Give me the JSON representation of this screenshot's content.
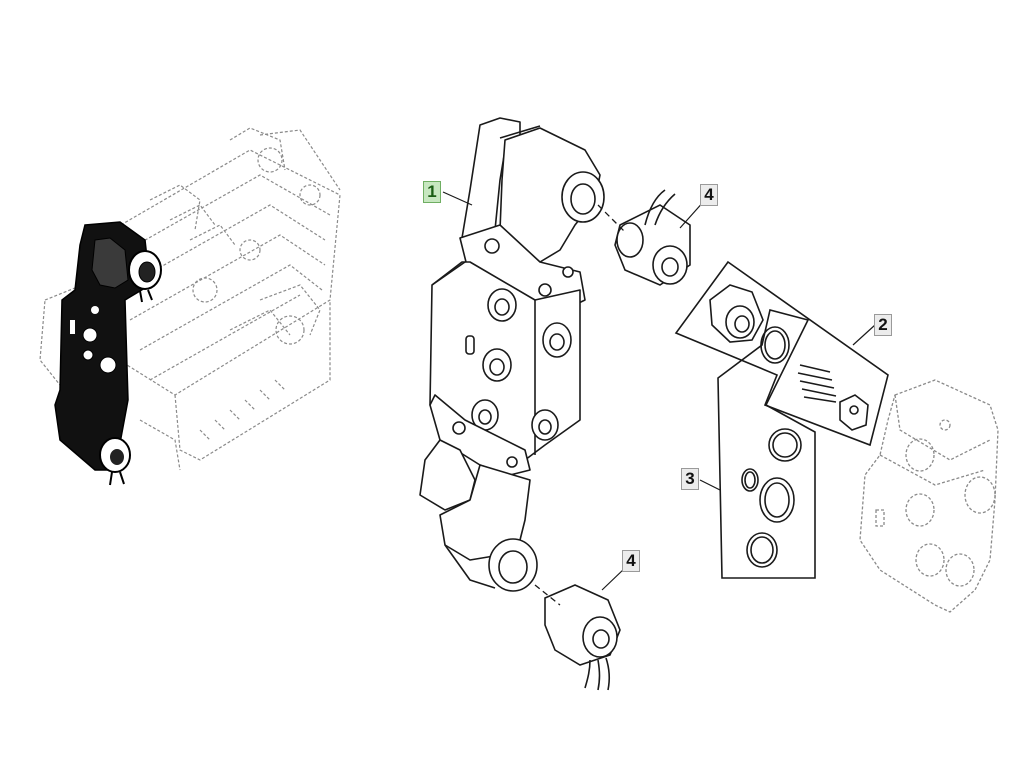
{
  "diagram": {
    "callouts": [
      {
        "id": "c1",
        "label": "1",
        "highlight": true
      },
      {
        "id": "c4a",
        "label": "4",
        "highlight": false
      },
      {
        "id": "c2",
        "label": "2",
        "highlight": false
      },
      {
        "id": "c3",
        "label": "3",
        "highlight": false
      },
      {
        "id": "c4b",
        "label": "4",
        "highlight": false
      }
    ],
    "colors": {
      "line": "#222222",
      "ghost": "#8a8a8a",
      "highlight_fill": "#c7e7c0",
      "callout_fill": "#ececec"
    }
  }
}
